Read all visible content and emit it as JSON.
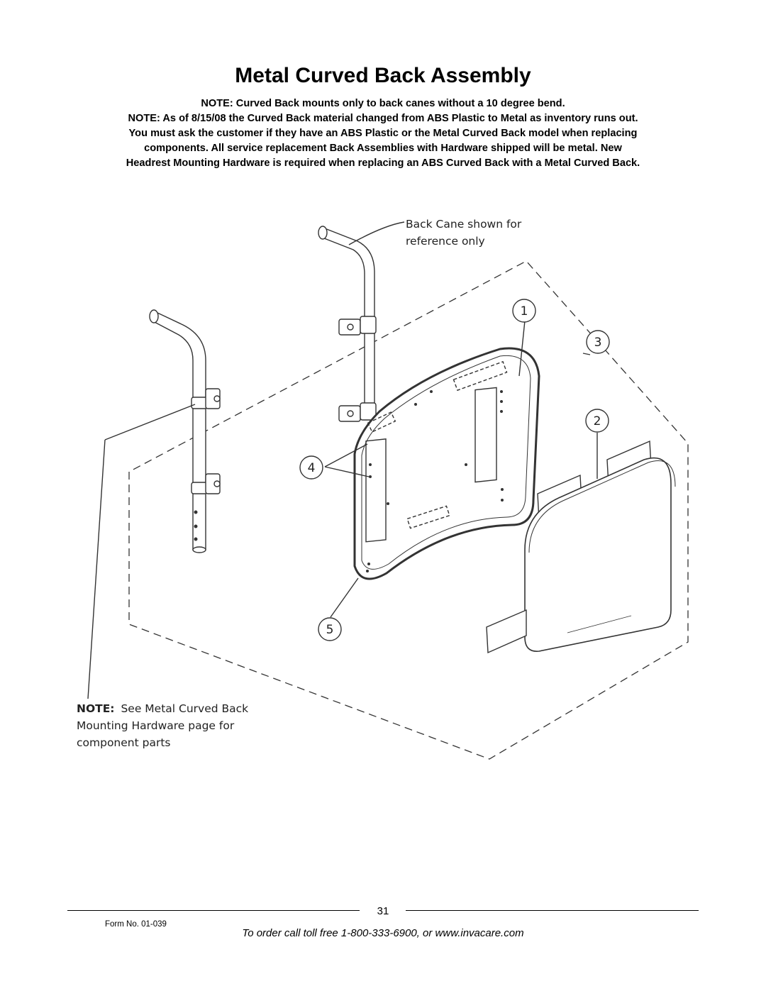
{
  "page": {
    "title": "Metal Curved Back Assembly",
    "notes": [
      "NOTE: Curved Back mounts only to back canes without a 10 degree bend.",
      "NOTE: As of 8/15/08 the Curved Back material changed from ABS Plastic to Metal as inventory runs out.",
      "You must ask the customer if they have an ABS Plastic or the Metal Curved Back model when replacing",
      "components. All service replacement Back Assemblies with Hardware shipped will be metal. New",
      "Headrest Mounting Hardware is required when replacing an ABS Curved Back with a Metal Curved Back."
    ]
  },
  "diagram": {
    "callout_back_cane": [
      "Back Cane shown for",
      "reference only"
    ],
    "callout_note": {
      "lead": "NOTE:",
      "line1": "See Metal Curved Back",
      "line2": "Mounting Hardware page for",
      "line3": "component parts"
    },
    "item_numbers": {
      "one": "1",
      "two": "2",
      "three": "3",
      "four": "4",
      "five": "5"
    }
  },
  "footer": {
    "page_number": "31",
    "form_number": "Form No. 01-039",
    "order_text": "To order call toll free 1-800-333-6900, or www.invacare.com"
  }
}
